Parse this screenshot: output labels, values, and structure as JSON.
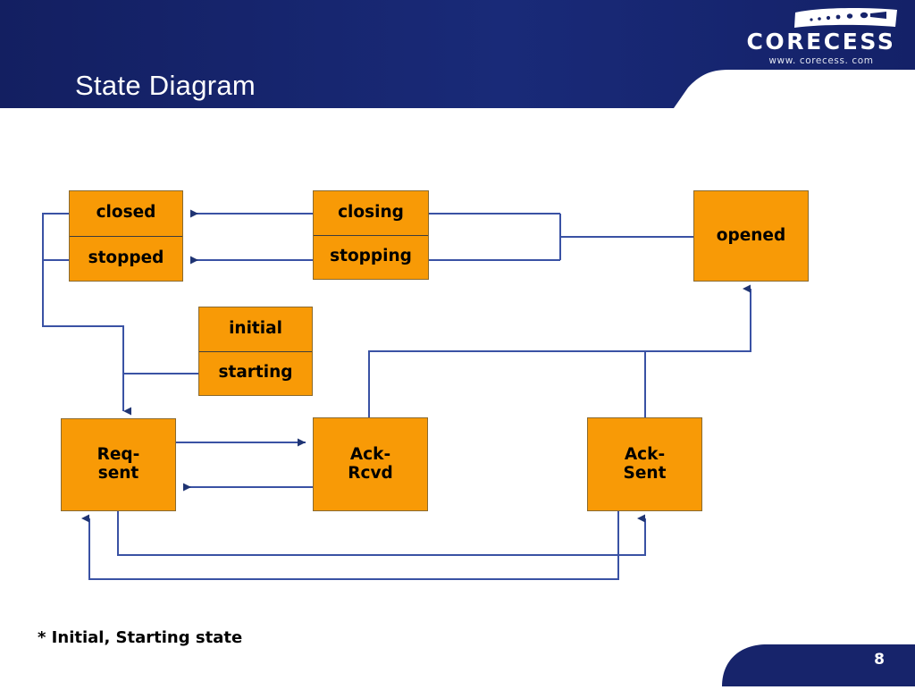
{
  "slide": {
    "title": "State Diagram",
    "page_number": "8",
    "footnote": "* Initial, Starting state"
  },
  "brand": {
    "name": "CORECESS",
    "url": "www. corecess. com",
    "header_color": "#17246B",
    "accent_color": "#F89A06",
    "line_color": "#3A52A4"
  },
  "diagram": {
    "type": "state-diagram",
    "nodes": [
      {
        "id": "closed",
        "labels": [
          "closed",
          "stopped"
        ]
      },
      {
        "id": "closing",
        "labels": [
          "closing",
          "stopping"
        ]
      },
      {
        "id": "opened",
        "labels": [
          "opened"
        ]
      },
      {
        "id": "initial",
        "labels": [
          "initial",
          "starting"
        ]
      },
      {
        "id": "reqsent",
        "labels": [
          "Req-",
          "sent"
        ]
      },
      {
        "id": "ackrcvd",
        "labels": [
          "Ack-",
          "Rcvd"
        ]
      },
      {
        "id": "acksent",
        "labels": [
          "Ack-",
          "Sent"
        ]
      }
    ],
    "edges": [
      {
        "from": "closing",
        "to": "closed",
        "arrow": true
      },
      {
        "from": "stopping",
        "to": "stopped",
        "arrow": true
      },
      {
        "from": "opened",
        "to": "closing",
        "arrow": true
      },
      {
        "from": "opened",
        "to": "stopping",
        "arrow": true
      },
      {
        "from": "closed",
        "to": "reqsent",
        "arrow": true
      },
      {
        "from": "stopped",
        "to": "reqsent",
        "arrow": true
      },
      {
        "from": "starting",
        "to": "reqsent",
        "arrow": true
      },
      {
        "from": "reqsent",
        "to": "ackrcvd",
        "arrow": true
      },
      {
        "from": "ackrcvd",
        "to": "reqsent",
        "arrow": true
      },
      {
        "from": "ackrcvd",
        "to": "acksent",
        "arrow": false
      },
      {
        "from": "ackrcvd",
        "to": "opened",
        "arrow": true
      },
      {
        "from": "reqsent",
        "to": "acksent",
        "arrow": true
      },
      {
        "from": "acksent",
        "to": "reqsent",
        "arrow": true
      }
    ]
  }
}
